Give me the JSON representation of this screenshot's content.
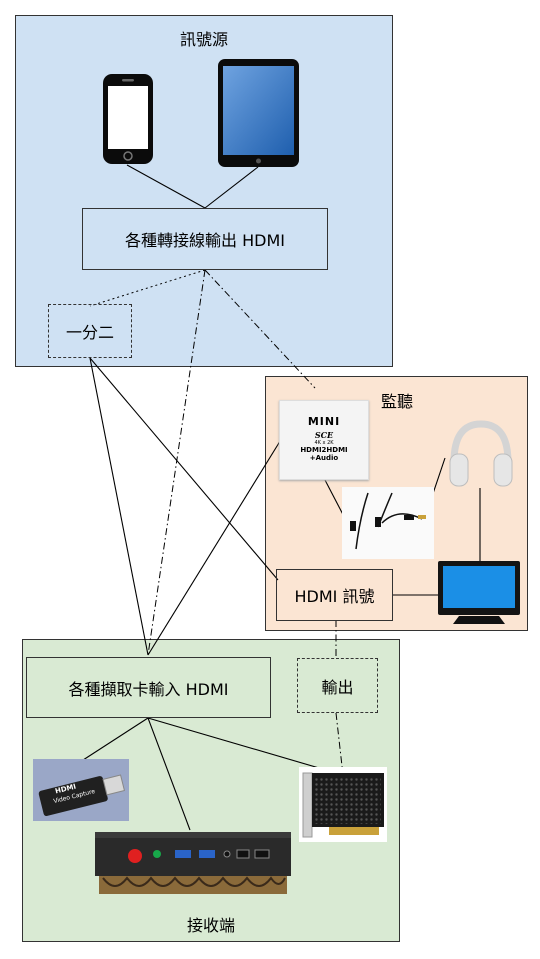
{
  "source": {
    "title": "訊號源",
    "adapter_label": "各種轉接線輸出 HDMI",
    "splitter_label": "一分二",
    "color": "#cfe1f3"
  },
  "monitor": {
    "title": "監聽",
    "hdmi_signal_label": "HDMI 訊號",
    "device_logo": "MINI",
    "device_brand": "SCE",
    "device_spec": "4K x 2K",
    "device_model": "HDMI2HDMI",
    "device_audio": "+Audio",
    "color": "#fbe5d3"
  },
  "receiver": {
    "title": "接收端",
    "capture_label": "各種擷取卡輸入 HDMI",
    "output_label": "輸出",
    "dongle_text_1": "HDMI",
    "dongle_text_2": "Video Capture",
    "color": "#d9ead3"
  }
}
